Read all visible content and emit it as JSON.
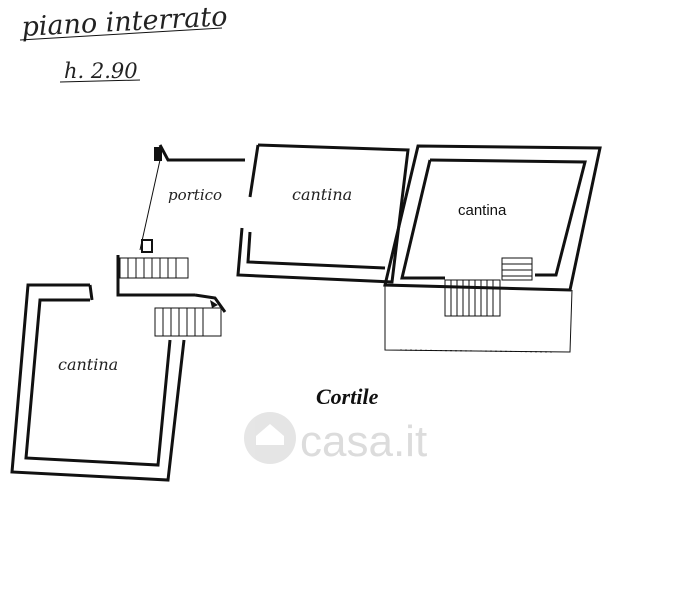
{
  "header": {
    "floor_title": "piano interrato",
    "height": "h. 2.90"
  },
  "rooms": {
    "portico": "portico",
    "cantina_middle": "cantina",
    "cantina_right": "cantina",
    "cantina_left": "cantina"
  },
  "courtyard": "Cortile",
  "watermark": {
    "text": "casa.it",
    "icon": "house-icon"
  }
}
